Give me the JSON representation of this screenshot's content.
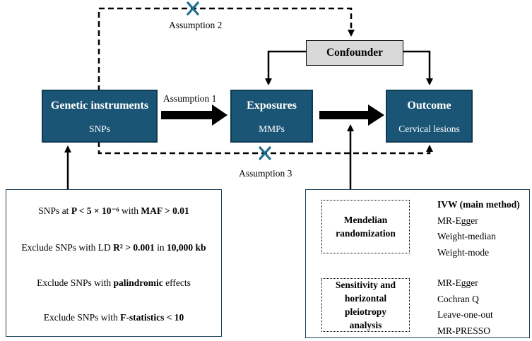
{
  "nodes": {
    "genetic": {
      "title": "Genetic instruments",
      "subtitle": "SNPs"
    },
    "exposures": {
      "title": "Exposures",
      "subtitle": "MMPs"
    },
    "outcome": {
      "title": "Outcome",
      "subtitle": "Cervical lesions"
    },
    "confounder": {
      "title": "Confounder"
    }
  },
  "assumptions": {
    "a1": "Assumption 1",
    "a2": "Assumption 2",
    "a3": "Assumption 3"
  },
  "selection_steps": {
    "step1": {
      "pre": "SNPs at ",
      "b1": "P < 5 × 10⁻⁶",
      "mid": " with ",
      "b2": "MAF > 0.01"
    },
    "step2": {
      "pre": "Exclude SNPs with LD ",
      "b1": "R² > 0.001",
      "mid": " in ",
      "b2": "10,000 kb"
    },
    "step3": {
      "pre": "Exclude SNPs with ",
      "b1": "palindromic",
      "post": " effects"
    },
    "step4": {
      "pre": "Exclude SNPs with ",
      "b1": "F-statistics < 10"
    }
  },
  "analysis": {
    "mr": {
      "label": "Mendelian randomization",
      "methods": [
        "IVW (main method)",
        "MR-Egger",
        "Weight-median",
        "Weight-mode"
      ]
    },
    "sensitivity": {
      "label": "Sensitivity and horizontal pleiotropy analysis",
      "methods": [
        "MR-Egger",
        "Cochran Q",
        "Leave-one-out",
        "MR-PRESSO"
      ]
    }
  },
  "colors": {
    "node_fill": "#1b5576",
    "cross": "#1f6b8c",
    "confounder_fill": "#d9d9d9"
  }
}
